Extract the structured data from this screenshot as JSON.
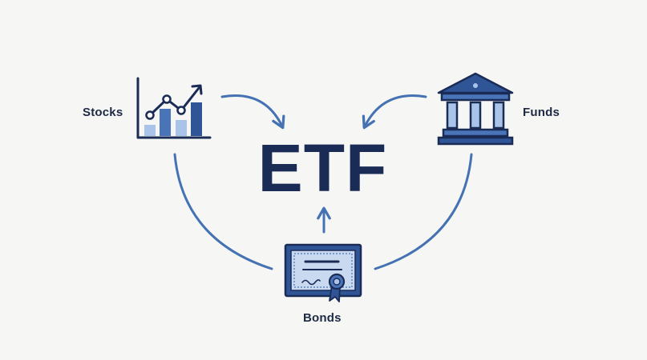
{
  "diagram": {
    "center_label": "ETF",
    "nodes": [
      {
        "id": "stocks",
        "label": "Stocks",
        "icon": "bar-chart-icon"
      },
      {
        "id": "funds",
        "label": "Funds",
        "icon": "bank-building-icon"
      },
      {
        "id": "bonds",
        "label": "Bonds",
        "icon": "certificate-icon"
      }
    ],
    "colors": {
      "navy": "#1a2b55",
      "primary_blue": "#2f5597",
      "medium_blue": "#4a74b8",
      "light_blue": "#a9c4e8",
      "arrow_blue": "#4472b2",
      "background": "#f6f6f5"
    }
  }
}
